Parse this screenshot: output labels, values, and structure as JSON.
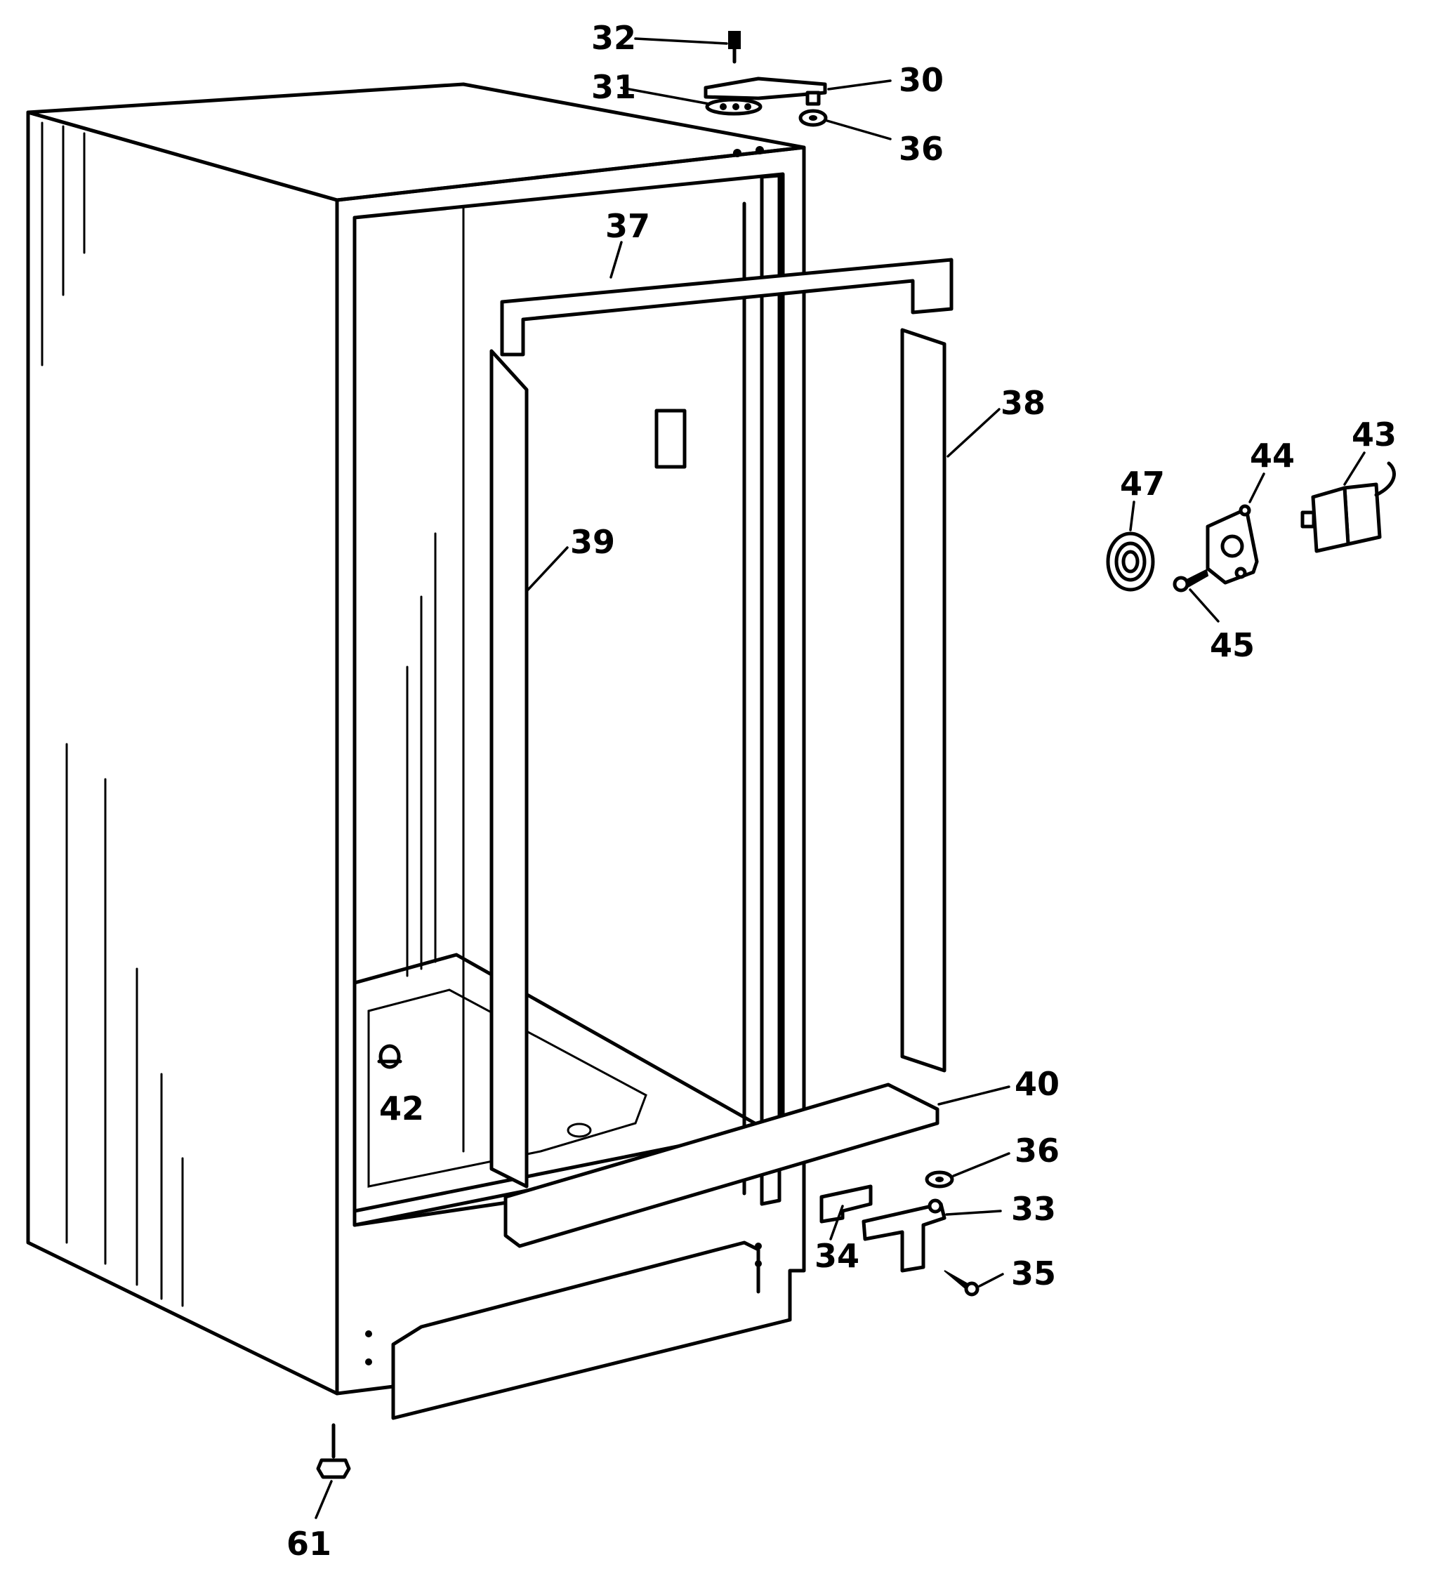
{
  "callouts": [
    {
      "id": "c30",
      "label": "30"
    },
    {
      "id": "c31",
      "label": "31"
    },
    {
      "id": "c32",
      "label": "32"
    },
    {
      "id": "c33",
      "label": "33"
    },
    {
      "id": "c34",
      "label": "34"
    },
    {
      "id": "c35",
      "label": "35"
    },
    {
      "id": "c36a",
      "label": "36"
    },
    {
      "id": "c36b",
      "label": "36"
    },
    {
      "id": "c37",
      "label": "37"
    },
    {
      "id": "c38",
      "label": "38"
    },
    {
      "id": "c39",
      "label": "39"
    },
    {
      "id": "c40",
      "label": "40"
    },
    {
      "id": "c42",
      "label": "42"
    },
    {
      "id": "c43",
      "label": "43"
    },
    {
      "id": "c44",
      "label": "44"
    },
    {
      "id": "c45",
      "label": "45"
    },
    {
      "id": "c47",
      "label": "47"
    },
    {
      "id": "c61",
      "label": "61"
    }
  ]
}
